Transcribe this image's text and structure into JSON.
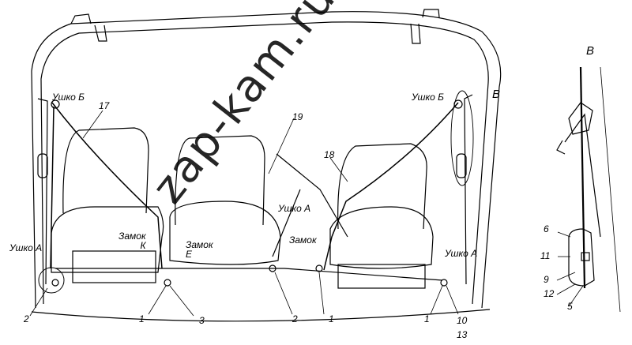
{
  "labels": {
    "ushko_b_left": "Ушко Б",
    "ushko_b_right": "Ушко Б",
    "ushko_a_left": "Ушко А",
    "ushko_a_mid": "Ушко А",
    "ushko_a_right": "Ушко А",
    "zamok_k": "Замок\nК",
    "zamok_e": "Замок\nЕ",
    "zamok_plain": "Замок",
    "view_b_top": "В",
    "view_b_detail": "В"
  },
  "callouts": {
    "n17": "17",
    "n19": "19",
    "n18": "18",
    "n2a": "2",
    "n1a": "1",
    "n3": "3",
    "n2b": "2",
    "n1b": "1",
    "n1c": "1",
    "n10": "10",
    "n13": "13",
    "n6": "6",
    "n11": "11",
    "n9": "9",
    "n12": "12",
    "n5": "5"
  },
  "watermark": "zap-kam.ru"
}
